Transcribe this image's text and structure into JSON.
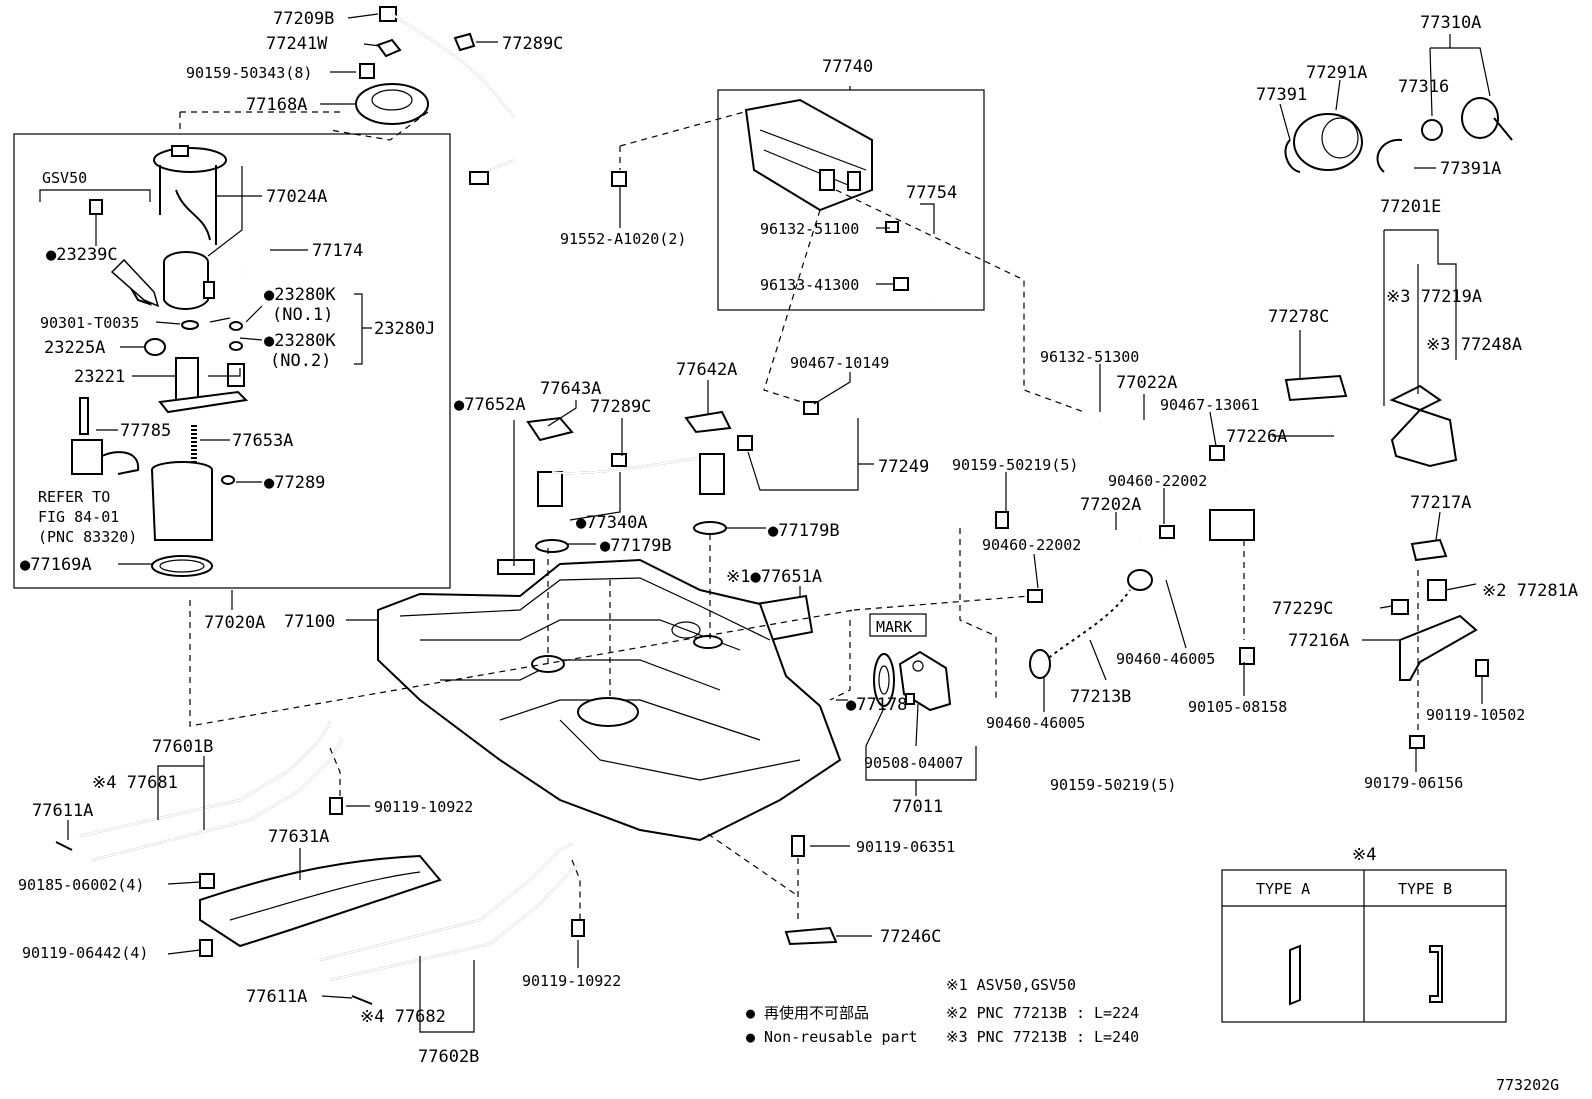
{
  "labels": {
    "l77209B": "77209B",
    "l77241W": "77241W",
    "l77289C_top": "77289C",
    "l90159_50343": "90159-50343(8)",
    "l77168A": "77168A",
    "lGSV50": "GSV50",
    "l77024A": "77024A",
    "l23239C": "●23239C",
    "l77174": "77174",
    "l23280K_1": "●23280K",
    "lNO1": "(NO.1)",
    "l90301": "90301-T0035",
    "l23280J": "23280J",
    "l23280K_2": "●23280K",
    "lNO2": "(NO.2)",
    "l23225A": "23225A",
    "l23221": "23221",
    "l77785": "77785",
    "l77653A": "77653A",
    "l77289": "●77289",
    "lRefer1": "REFER TO",
    "lRefer2": "FIG 84-01",
    "lRefer3": "(PNC 83320)",
    "l77169A": "●77169A",
    "l77020A": "77020A",
    "l77100": "77100",
    "l77740": "77740",
    "l91552": "91552-A1020(2)",
    "l96132_51100": "96132-51100",
    "l96133_41300": "96133-41300",
    "l77754": "77754",
    "l77643A": "77643A",
    "l77642A": "77642A",
    "l90467_10149": "90467-10149",
    "l77652A": "●77652A",
    "l77289C_mid": "77289C",
    "l77249": "77249",
    "l77340A": "●77340A",
    "l77179B_1": "●77179B",
    "l77179B_2": "●77179B",
    "l77651A": "※1●77651A",
    "l77310A": "77310A",
    "l77291A": "77291A",
    "l77316": "77316",
    "l77391": "77391",
    "l77391A": "77391A",
    "l77201E": "77201E",
    "l77219A": "※3 77219A",
    "l77248A": "※3 77248A",
    "l77278C": "77278C",
    "l96132_51300": "96132-51300",
    "l77022A": "77022A",
    "l90467_13061": "90467-13061",
    "l77226A": "77226A",
    "l90159_50219_top": "90159-50219(5)",
    "l90460_22002_r": "90460-22002",
    "l77202A": "77202A",
    "l90460_22002_l": "90460-22002",
    "l77217A": "77217A",
    "l77281A": "※2 77281A",
    "l77229C": "77229C",
    "l77216A": "77216A",
    "lMARK": "MARK",
    "l90460_46005_r": "90460-46005",
    "l77213B": "77213B",
    "l90105_08158": "90105-08158",
    "l90119_10502": "90119-10502",
    "l77178": "●77178",
    "l90460_46005_l": "90460-46005",
    "l90508_04007": "90508-04007",
    "l77011": "77011",
    "l90159_50219_bot": "90159-50219(5)",
    "l90179_06156": "90179-06156",
    "l77601B": "77601B",
    "l77681": "※4 77681",
    "l77611A_top": "77611A",
    "l90119_10922_top": "90119-10922",
    "l77631A": "77631A",
    "l90185_06002": "90185-06002(4)",
    "l90119_06351": "90119-06351",
    "l90119_06442": "90119-06442(4)",
    "l90119_10922_bot": "90119-10922",
    "l77246C": "77246C",
    "l77611A_bot": "77611A",
    "l77682": "※4 77682",
    "l77602B": "77602B"
  },
  "legend": {
    "note1": "※1 ASV50,GSV50",
    "note2": "※2 PNC 77213B : L=224",
    "note3": "※3 PNC 77213B : L=240",
    "jp_label": "● 再使用不可部品",
    "en_label": "● Non-reusable part"
  },
  "type_table": {
    "title": "※4",
    "type_a": "TYPE A",
    "type_b": "TYPE B"
  },
  "figure_code": "773202G"
}
